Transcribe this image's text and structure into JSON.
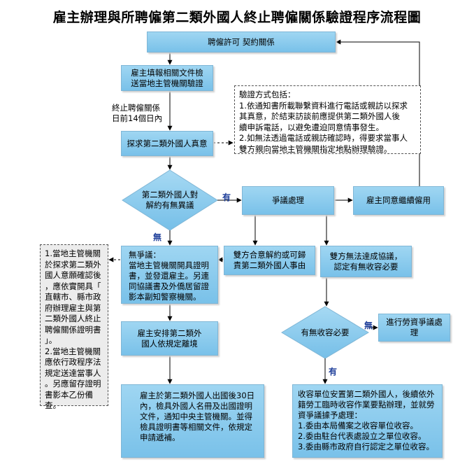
{
  "title": "雇主辦理與所聘僱第二類外國人終止聘僱關係驗證程序流程圖",
  "nodes": {
    "start": "聘僱許可 契約關係",
    "report": "雇主填報相關文件檢\n送當地主管機關驗證",
    "interview": "探求第二類外國人真意",
    "question": "第二類外國人對\n解約有無異議",
    "dispute": "爭議處理",
    "continue_hire": "雇主同意繼續僱用",
    "no_dispute": "無爭議：\n當地主管機關開具證明書，並發還雇主。另連同協議書及外僑居留證影本副知警察機關。",
    "agree_terminate": "雙方合意解約或可歸\n責第二類外國人事由",
    "no_agreement": "雙方無法達成協議，\n認定有無收容必要",
    "arrange_leave": "雇主安排第二類外\n國人依規定離境",
    "shelter_q": "有無收容必要",
    "labor_dispute": "進行勞資爭議處理",
    "after_exit": "雇主於第二類外國人出國後30日內，檢具外國人名冊及出國證明文件，通知中央主管機關。並得檢具證明書等相關文件，依規定申請遞補。",
    "shelter": "收容單位安置第二類外國人，後續依外籍勞工臨時收容作業要點辦理，並就勞資爭議據予處理：\n1.委由本局備案之收容單位收容。\n2.委由駐台代表處設立之單位收容。\n3.委由縣市政府自行認定之單位收容。"
  },
  "notes": {
    "verify": "驗證方式包括：\n1.依通知書所載聯繫資料進行電話或親訪以探求\n   其真意，於結束訪談前應提供第二類外國人後\n   續申訴電話，以避免遭迫同意情事發生。\n2.如無法透過電話或親訪確認時，得要求當事人\n   雙方親向當地主管機關指定地點辦理驗證。",
    "side": "1.當地主管機關\n於探求第二類外\n國人意願確認後\n，應依實開具「\n直轄市、縣市政\n府辦理雇主與第\n二類外國人終止\n聘僱關係證明書\n」。\n2.當地主管機關\n應依行政程序法\n規定送達當事人\n。另應留存證明\n書影本乙份備查。"
  },
  "labels": {
    "deadline": "終止聘僱關係\n日前14個日內",
    "yes_dispute": "有",
    "no_dispute": "無",
    "no_shelter": "無",
    "yes_shelter": "有"
  },
  "colors": {
    "box_fill": "#8ccdee",
    "diamond_fill": "#8ccdee",
    "line": "#000000",
    "label_blue": "#1f3f9a"
  }
}
